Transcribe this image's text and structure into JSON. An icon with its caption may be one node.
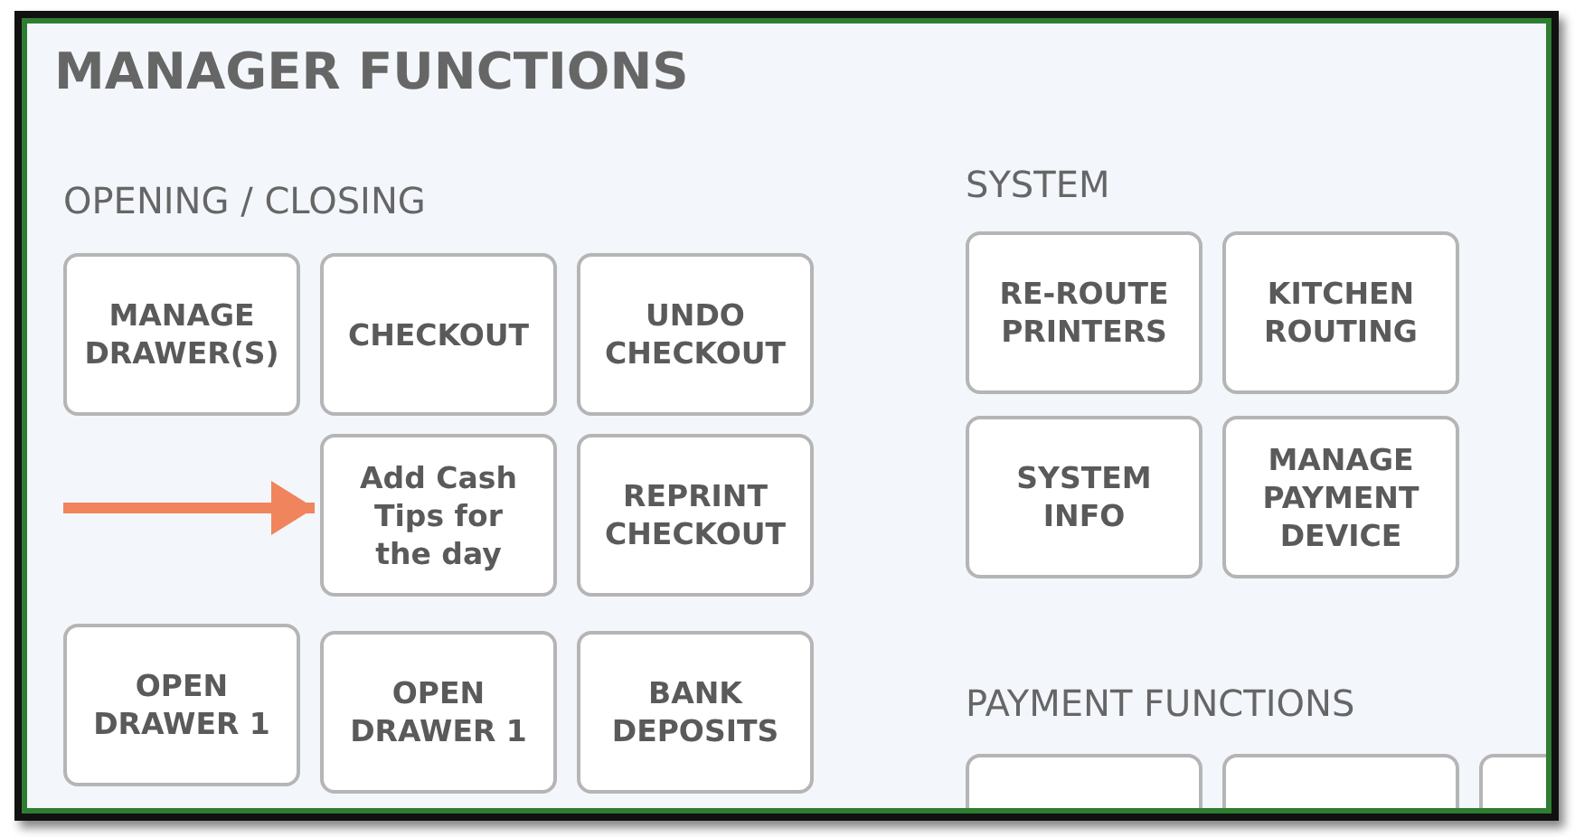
{
  "diagram": {
    "title": "MANAGER FUNCTIONS",
    "nodes": [
      {
        "text": [
          "MANAGE DRAWER(S)"
        ]
      },
      {
        "text": [
          "CHECKOUT"
        ]
      },
      {
        "text": [
          "UNDO CHECKOUT"
        ]
      },
      {
        "text": [
          "RE-ROUTE PRINTERS"
        ]
      },
      {
        "text": [
          "KITCHEN ROUTING"
        ]
      },
      {
        "text": [
          "Add Cash Tips for the day"
        ]
      },
      {
        "text": [
          "REPRINT CHECKOUT"
        ]
      },
      {
        "text": [
          "SYSTEM INFO"
        ]
      },
      {
        "text": [
          "MANAGE PAYMENT DEVICE"
        ]
      },
      {
        "text": [
          "OPEN DRAWER 1"
        ]
      },
      {
        "text": [
          "OPEN DRAWER 1"
        ]
      },
      {
        "text": [
          "BANK DEPOSITS"
        ]
      },
      {
        "text": [],
        "shape": "box"
      },
      {
        "text": [],
        "shape": "box"
      },
      {
        "text": [],
        "shape": "box"
      }
    ],
    "edges": [
      {
        "from": null,
        "to": 5,
        "arrow": "to",
        "color": "#f0845c"
      }
    ],
    "labels": [
      "OPENING / CLOSING",
      "SYSTEM",
      "PAYMENT FUNCTIONS"
    ]
  }
}
